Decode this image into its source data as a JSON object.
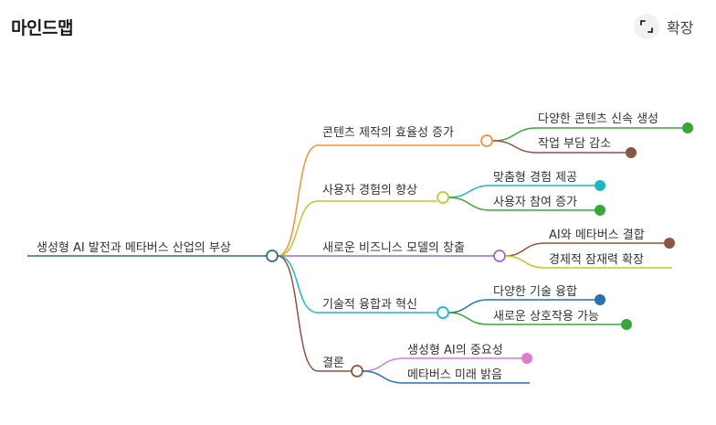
{
  "header": {
    "title": "마인드맵",
    "expand_label": "확장",
    "expand_icon": "expand-icon"
  },
  "mindmap": {
    "root": "생성형 AI 발전과 메타버스 산업의 부상",
    "branches": [
      {
        "label": "콘텐츠 제작의 효율성 증가",
        "color": "#f0923a",
        "children": [
          {
            "label": "다양한 콘텐츠 신속 생성",
            "color": "#3aa53a"
          },
          {
            "label": "작업 부담 감소",
            "color": "#8b5443"
          }
        ]
      },
      {
        "label": "사용자 경험의 향상",
        "color": "#c5c52a",
        "children": [
          {
            "label": "맞춤형 경험 제공",
            "color": "#1fb5c9"
          },
          {
            "label": "사용자 참여 증가",
            "color": "#3aa53a"
          }
        ]
      },
      {
        "label": "새로운 비즈니스 모델의 창출",
        "color": "#9b6fc2",
        "children": [
          {
            "label": "AI와 메타버스 결합",
            "color": "#8b5443"
          },
          {
            "label": "경제적 잠재력 확장",
            "color": "#c5c52a"
          }
        ]
      },
      {
        "label": "기술적 융합과 혁신",
        "color": "#1fb5c9",
        "children": [
          {
            "label": "다양한 기술 융합",
            "color": "#2a6fb5"
          },
          {
            "label": "새로운 상호작용 가능",
            "color": "#3aa53a"
          }
        ]
      },
      {
        "label": "결론",
        "color": "#8b5443",
        "children": [
          {
            "label": "생성형 AI의 중요성",
            "color": "#e07bc8"
          },
          {
            "label": "메타버스 미래 밝음",
            "color": "#2a6fb5"
          }
        ]
      }
    ]
  }
}
